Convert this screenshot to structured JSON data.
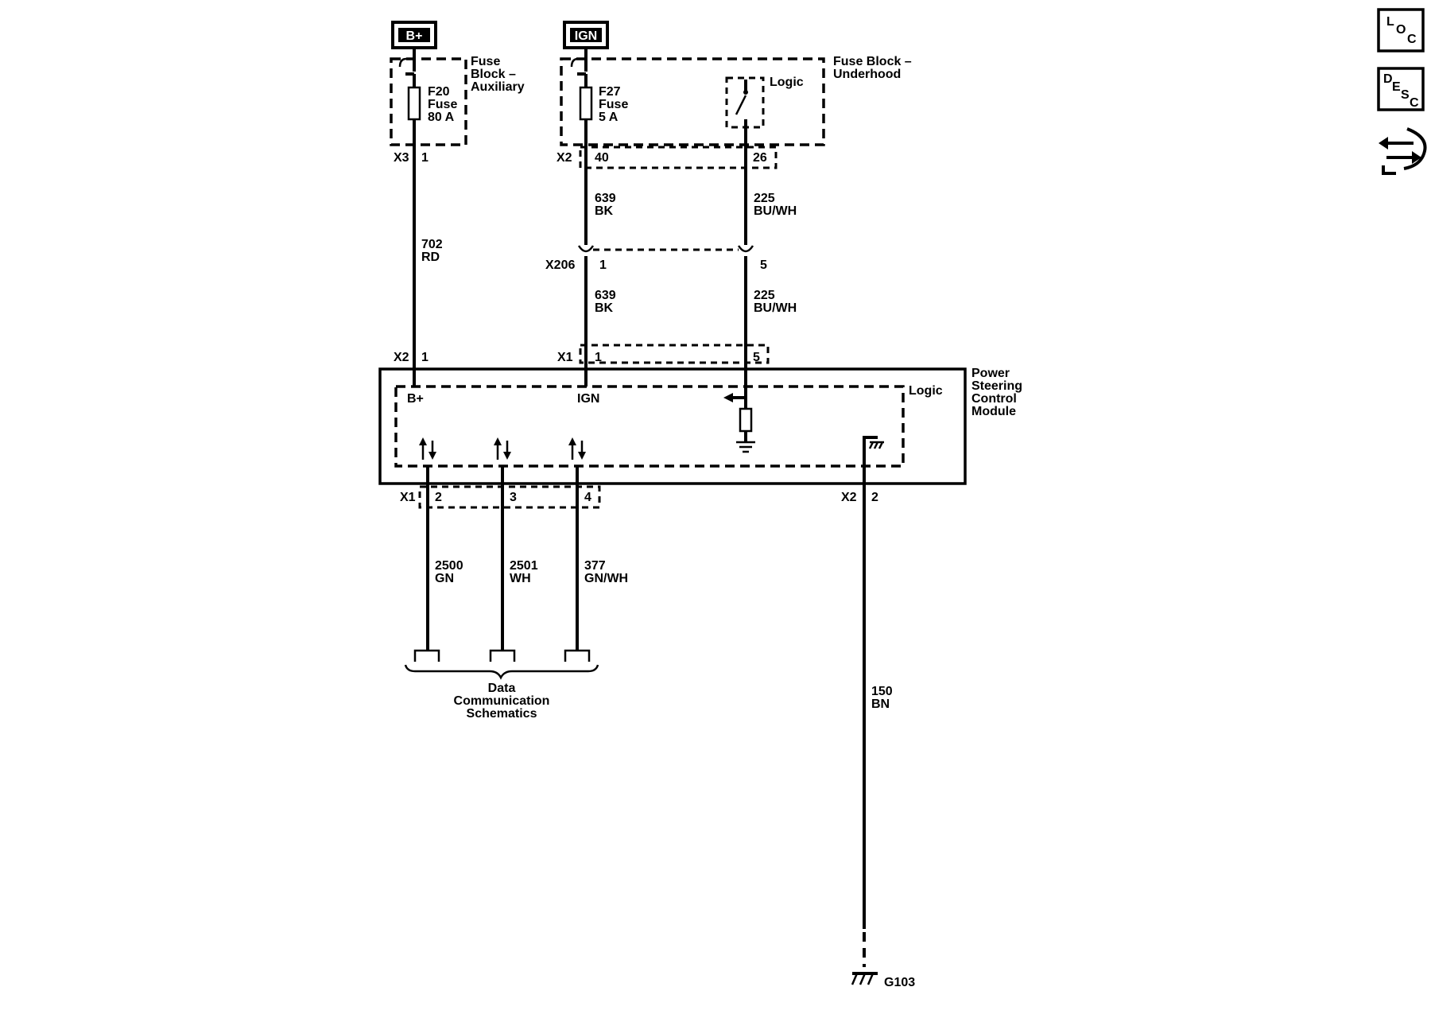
{
  "sources": {
    "bplus": "B+",
    "ign": "IGN"
  },
  "fuse_aux": {
    "block_label_1": "Fuse",
    "block_label_2": "Block –",
    "block_label_3": "Auxiliary",
    "fuse_id": "F20",
    "fuse_word": "Fuse",
    "rating": "80 A"
  },
  "fuse_underhood": {
    "block_label_1": "Fuse Block –",
    "block_label_2": "Underhood",
    "fuse_id": "F27",
    "fuse_word": "Fuse",
    "rating": "5 A",
    "logic": "Logic"
  },
  "connectors": {
    "x3": "X3",
    "x3_pin": "1",
    "x2_fb": "X2",
    "x2_fb_pin_a": "40",
    "x2_fb_pin_b": "26",
    "x206": "X206",
    "x206_pin_a": "1",
    "x206_pin_b": "5",
    "x2_mod": "X2",
    "x2_mod_pin": "1",
    "x1_mod_top": "X1",
    "x1_mod_top_pin_a": "1",
    "x1_mod_top_pin_b": "5",
    "x1_mod_bot": "X1",
    "x1_bot_pin_a": "2",
    "x1_bot_pin_b": "3",
    "x1_bot_pin_c": "4",
    "x2_mod_bot": "X2",
    "x2_mod_bot_pin": "2"
  },
  "wires": {
    "w702_num": "702",
    "w702_color": "RD",
    "w639a_num": "639",
    "w639a_color": "BK",
    "w225a_num": "225",
    "w225a_color": "BU/WH",
    "w639b_num": "639",
    "w639b_color": "BK",
    "w225b_num": "225",
    "w225b_color": "BU/WH",
    "w2500_num": "2500",
    "w2500_color": "GN",
    "w2501_num": "2501",
    "w2501_color": "WH",
    "w377_num": "377",
    "w377_color": "GN/WH",
    "w150_num": "150",
    "w150_color": "BN"
  },
  "module": {
    "name_1": "Power",
    "name_2": "Steering",
    "name_3": "Control",
    "name_4": "Module",
    "logic": "Logic",
    "bplus": "B+",
    "ign": "IGN"
  },
  "data_comm": {
    "line_1": "Data",
    "line_2": "Communication",
    "line_3": "Schematics"
  },
  "ground": {
    "id": "G103"
  },
  "side_icons": {
    "loc": {
      "l1": "L",
      "l2": "O",
      "l3": "C"
    },
    "desc": {
      "l1": "D",
      "l2": "E",
      "l3": "S",
      "l4": "C"
    },
    "nav_icon": "connector-navigation-icon"
  }
}
